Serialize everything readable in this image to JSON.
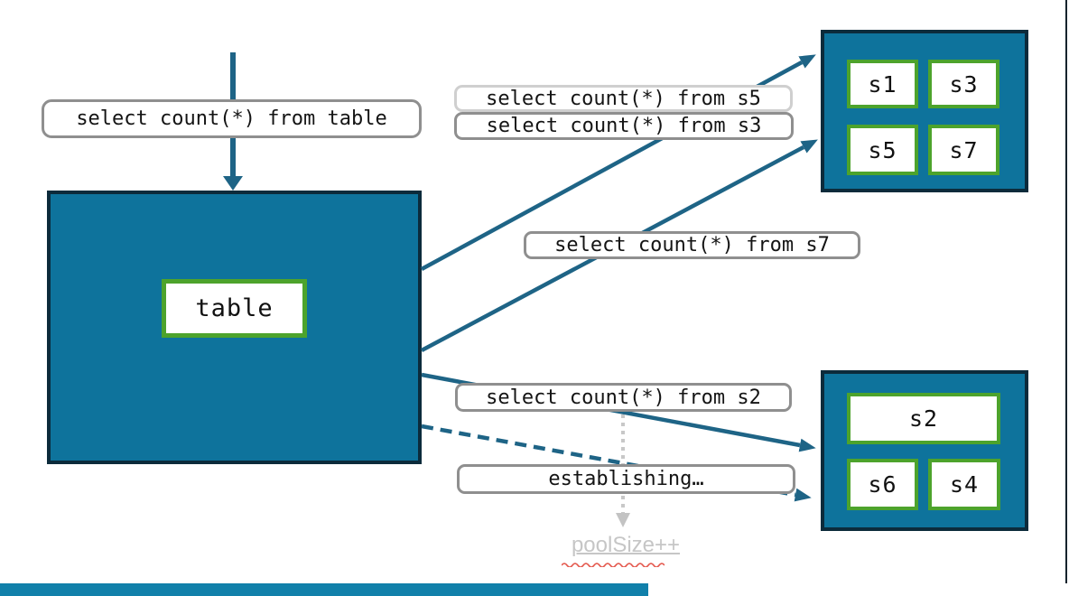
{
  "queries": {
    "from_table": "select count(*) from table",
    "from_s5": "select count(*) from s5",
    "from_s3": "select count(*) from s3",
    "from_s7": "select count(*) from s7",
    "from_s2": "select count(*) from s2",
    "establishing": "establishing…",
    "pool_size": "poolSize++"
  },
  "main_table": {
    "label": "table"
  },
  "shards_top": {
    "items": [
      "s1",
      "s3",
      "s5",
      "s7"
    ]
  },
  "shards_bottom": {
    "items": [
      "s2",
      "s6",
      "s4"
    ]
  },
  "colors": {
    "teal_fill": "#0E739C",
    "dark_border": "#0C2B3B",
    "green_border": "#4DA32C",
    "arrow_teal": "#1E6486",
    "label_border_gray": "#8F8F8F",
    "label_border_light": "#CFCFCF",
    "muted_gray_text": "#C6C6C6",
    "dotted_arrow_gray": "#C8C8C8",
    "spellcheck_red": "#E4574C"
  }
}
